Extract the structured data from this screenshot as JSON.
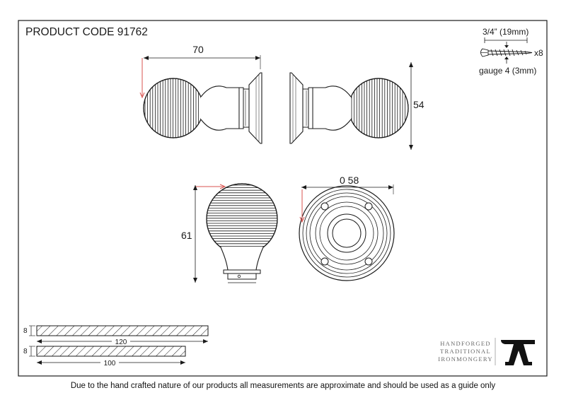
{
  "header": {
    "product_code": "PRODUCT CODE 91762"
  },
  "screw_spec": {
    "length": "3/4” (19mm)",
    "quantity": "x8",
    "gauge": "gauge 4 (3mm)"
  },
  "dimensions": {
    "width": "70",
    "height": "54",
    "knob_height": "61",
    "rose_diameter": "0 58"
  },
  "spindles": [
    {
      "thickness": "8",
      "length": "120"
    },
    {
      "thickness": "8",
      "length": "100"
    }
  ],
  "logo": {
    "line1": "HANDFORGED",
    "line2": "TRADITIONAL",
    "line3": "IRONMONGERY"
  },
  "footer": {
    "disclaimer": "Due to the hand crafted nature of our products all measurements are approximate and should be used as a guide only"
  },
  "colors": {
    "line": "#1a1a1a",
    "accent": "#d9534f",
    "logo_text": "#666666"
  }
}
